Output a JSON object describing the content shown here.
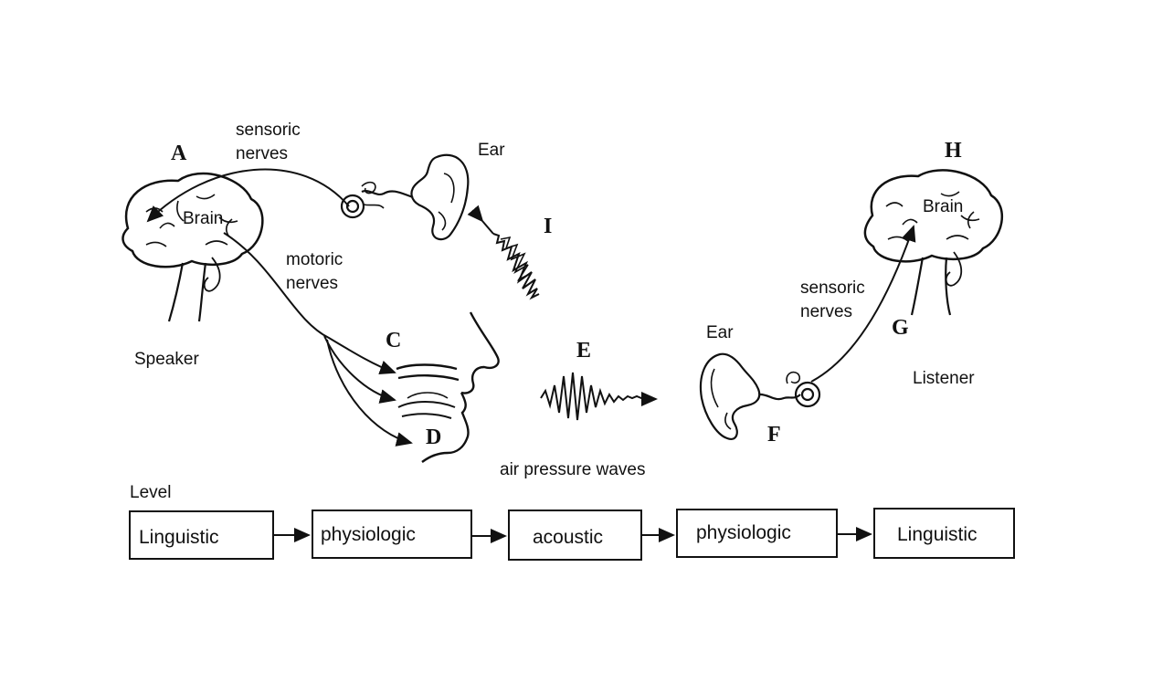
{
  "speaker": {
    "letter": "A",
    "brain_label": "Brain",
    "role": "Speaker",
    "sensoric_line1": "sensoric",
    "sensoric_line2": "nerves",
    "motoric_line1": "motoric",
    "motoric_line2": "nerves",
    "ear_label": "Ear"
  },
  "articulators": {
    "C": "C",
    "D": "D"
  },
  "waves": {
    "I": "I",
    "E": "E",
    "caption": "air pressure waves"
  },
  "listener": {
    "letter": "H",
    "brain_label": "Brain",
    "role": "Listener",
    "sensoric_line1": "sensoric",
    "sensoric_line2": "nerves",
    "ear_label": "Ear",
    "F": "F",
    "G": "G"
  },
  "levels": {
    "title": "Level",
    "boxes": [
      "Linguistic",
      "physiologic",
      "acoustic",
      "physiologic",
      "Linguistic"
    ]
  },
  "colors": {
    "ink": "#111111",
    "background": "#ffffff"
  }
}
